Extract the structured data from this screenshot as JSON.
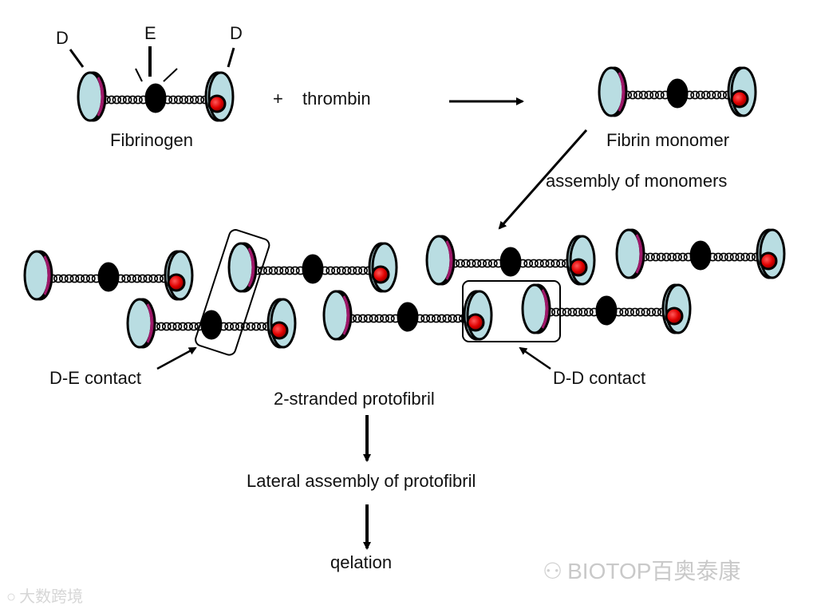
{
  "labels": {
    "d_left": "D",
    "e_center": "E",
    "d_right": "D",
    "fibrinogen": "Fibrinogen",
    "plus": "+",
    "thrombin": "thrombin",
    "fibrin_monomer": "Fibrin monomer",
    "assembly_of_monomers": "assembly of monomers",
    "de_contact": "D-E contact",
    "dd_contact": "D-D contact",
    "protofibril": "2-stranded protofibril",
    "lateral_assembly": "Lateral assembly of  protofibril",
    "gelation": "qelation"
  },
  "watermarks": {
    "brand": "BIOTOP百奥泰康",
    "corner": "大数跨境"
  },
  "colors": {
    "d_domain": "#b9dde2",
    "d_accent": "#a0186a",
    "e_domain": "#000000",
    "red_site": "#e00000",
    "outline": "#000000"
  }
}
